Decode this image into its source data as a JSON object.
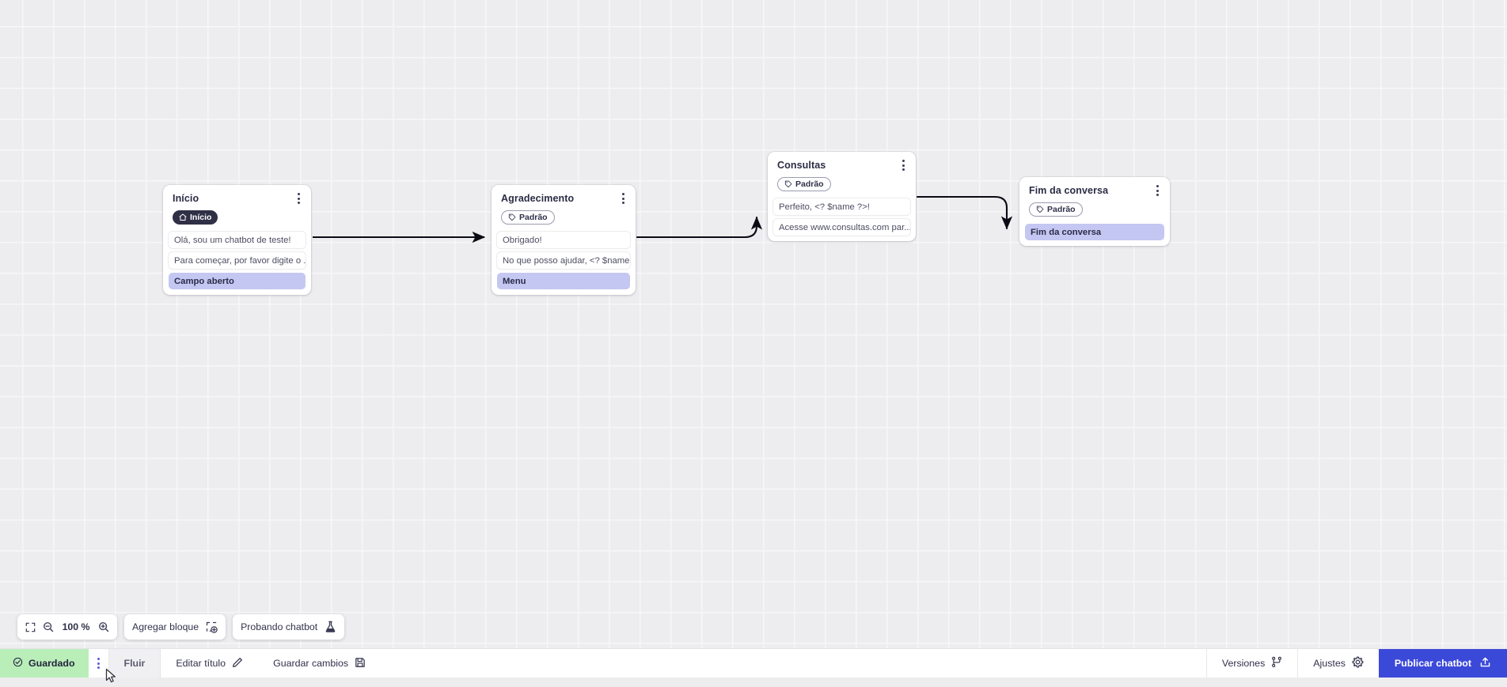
{
  "canvas": {
    "nodes": [
      {
        "id": "inicio",
        "title": "Início",
        "badge": {
          "label": "Início",
          "icon": "home-icon",
          "style": "dark"
        },
        "rows": [
          {
            "text": "Olá, sou um chatbot de teste!",
            "accent": false
          },
          {
            "text": "Para começar, por favor digite o ...",
            "accent": false
          },
          {
            "text": "Campo aberto",
            "accent": true
          }
        ]
      },
      {
        "id": "agradecimento",
        "title": "Agradecimento",
        "badge": {
          "label": "Padrão",
          "icon": "tag-icon",
          "style": "outline"
        },
        "rows": [
          {
            "text": "Obrigado!",
            "accent": false
          },
          {
            "text": "No que posso ajudar, <? $name ...",
            "accent": false
          },
          {
            "text": "Menu",
            "accent": true
          }
        ]
      },
      {
        "id": "consultas",
        "title": "Consultas",
        "badge": {
          "label": "Padrão",
          "icon": "tag-icon",
          "style": "outline"
        },
        "rows": [
          {
            "text": "Perfeito, <? $name ?>!",
            "accent": false
          },
          {
            "text": "Acesse www.consultas.com par...",
            "accent": false
          }
        ]
      },
      {
        "id": "fim",
        "title": "Fim da conversa",
        "badge": {
          "label": "Padrão",
          "icon": "tag-icon",
          "style": "outline"
        },
        "rows": [
          {
            "text": "Fim da conversa",
            "accent": true
          }
        ]
      }
    ]
  },
  "canvas_toolbar": {
    "fit_icon": "fit-screen-icon",
    "zoom_out_icon": "zoom-out-icon",
    "zoom_level": "100 %",
    "zoom_in_icon": "zoom-in-icon",
    "add_block_label": "Agregar bloque",
    "add_block_icon": "add-block-icon",
    "test_chatbot_label": "Probando chatbot",
    "test_chatbot_icon": "flask-icon"
  },
  "statusbar": {
    "saved_label": "Guardado",
    "saved_icon": "check-circle-icon",
    "menu_icon": "kebab-menu-icon",
    "flow_tab_label": "Fluir",
    "edit_title_label": "Editar título",
    "edit_title_icon": "pencil-icon",
    "save_changes_label": "Guardar cambios",
    "save_changes_icon": "save-disk-icon",
    "versions_label": "Versiones",
    "versions_icon": "branch-icon",
    "settings_label": "Ajustes",
    "settings_icon": "gear-icon",
    "publish_label": "Publicar chatbot",
    "publish_icon": "upload-icon"
  },
  "colors": {
    "accent_blue": "#3b49d9",
    "saved_green": "#b9eeb9",
    "row_accent": "#c4c7f1",
    "chip_dark": "#2f2f46",
    "canvas_bg": "#ededef"
  }
}
